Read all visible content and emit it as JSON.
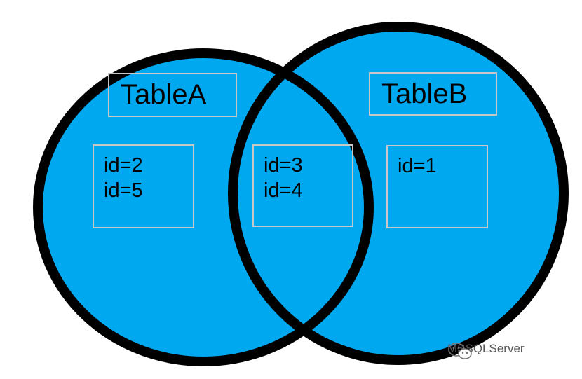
{
  "diagram": {
    "fill_color": "#00a8f0",
    "outline_color": "#000000",
    "table_a": {
      "label": "TableA",
      "only_ids": [
        "id=2",
        "id=5"
      ]
    },
    "table_b": {
      "label": "TableB",
      "only_ids": [
        "id=1"
      ]
    },
    "intersection": {
      "ids": [
        "id=3",
        "id=4"
      ]
    }
  },
  "watermark": {
    "text": "MSSQLServer",
    "icon": "wechat-icon"
  }
}
